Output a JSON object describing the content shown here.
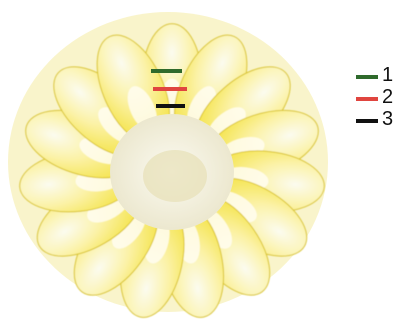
{
  "image": {
    "subject": "corn-cob-cross-section",
    "colors": {
      "kernel_yellow": "#f3e03a",
      "kernel_light": "#fbf2a6",
      "kernel_white": "#fbfbef",
      "pith_cream": "#f4f1e0",
      "marker_green": "#2f6a2c",
      "marker_red": "#e0453f",
      "marker_black": "#111111"
    }
  },
  "legend": {
    "items": [
      {
        "label": "1",
        "color": "#2f6a2c"
      },
      {
        "label": "2",
        "color": "#e0453f"
      },
      {
        "label": "3",
        "color": "#111111"
      }
    ]
  }
}
